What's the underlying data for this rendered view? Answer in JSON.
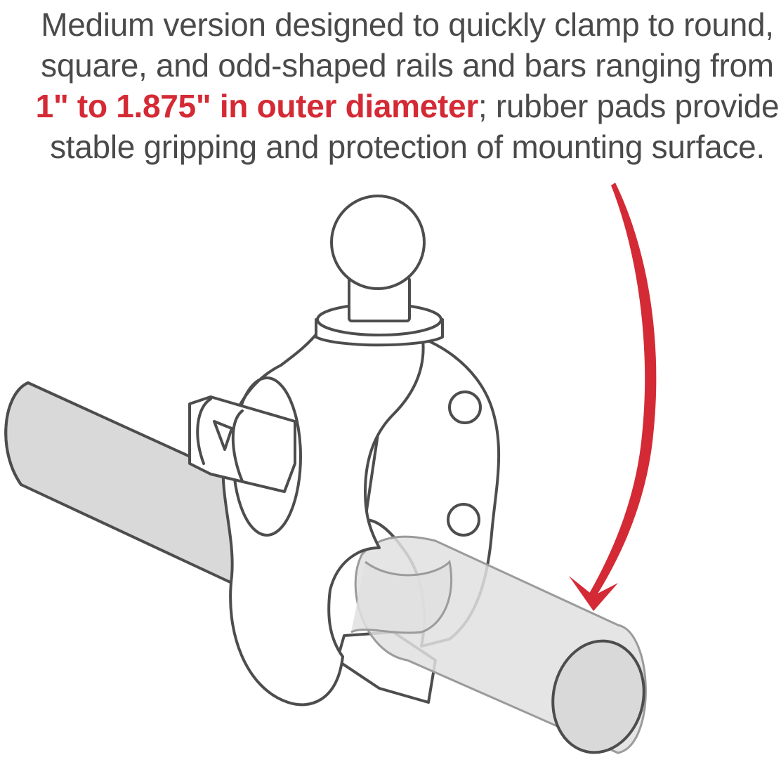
{
  "caption": {
    "line1": "Medium version designed to quickly clamp to round,",
    "line2": "square, and odd-shaped rails and bars ranging from",
    "line3_highlight": "1\" to 1.875\" in outer diameter",
    "line3_rest": "; rubber pads provide",
    "line4": "stable gripping and protection of mounting surface."
  },
  "illustration": {
    "subject": "tough-claw-clamp-on-bar",
    "accent_color": "#d42a35",
    "outline_color": "#4d4d4d",
    "rod_color": "#d9d9d9"
  }
}
